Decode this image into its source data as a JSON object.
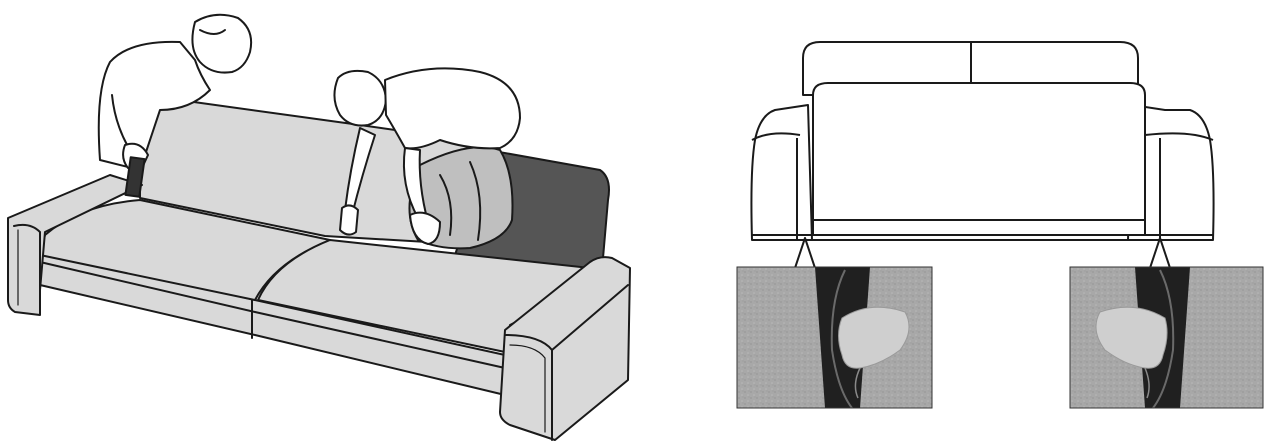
{
  "figure": {
    "colors": {
      "line": "#1a1a1a",
      "sofa_fill": "#d9d9d9",
      "cover_fill": "#bfbfbf",
      "exposed_backrest": "#555555",
      "photo_fabric": "#a8a8a8",
      "photo_gap": "#202020",
      "hand": "#cfcfcf",
      "background": "#ffffff"
    },
    "panels": [
      {
        "name": "sofa-cover-installation-illustration",
        "people_count": 2
      },
      {
        "name": "sofa-rear-view-diagram",
        "callout_count": 2
      }
    ],
    "photos": [
      {
        "name": "left-detail-photo",
        "side": "left"
      },
      {
        "name": "right-detail-photo",
        "side": "right"
      }
    ]
  }
}
